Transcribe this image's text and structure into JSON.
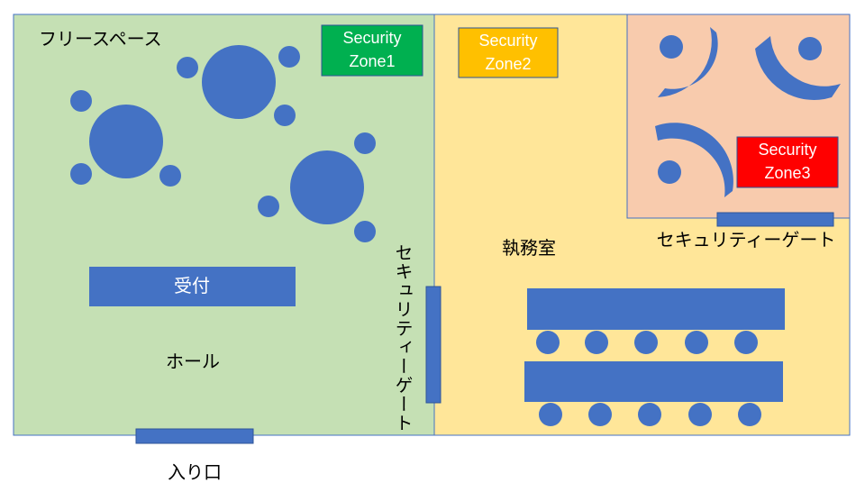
{
  "colors": {
    "zone1_fill": "#c5e0b4",
    "zone2_fill": "#ffe699",
    "zone3_fill": "#f8cbad",
    "room_border": "#4472c4",
    "furniture": "#4472c4",
    "badge_zone1": "#00b050",
    "badge_zone2": "#ffc000",
    "badge_zone3": "#ff0000",
    "badge_text": "#ffffff"
  },
  "labels": {
    "free_space": "フリースペース",
    "reception": "受付",
    "hall": "ホール",
    "entrance": "入り口",
    "office": "執務室",
    "security_gate_vertical": "セキュリティーゲート",
    "security_gate_horizontal": "セキュリティーゲート"
  },
  "zones": [
    {
      "line1": "Security",
      "line2": "Zone1"
    },
    {
      "line1": "Security",
      "line2": "Zone2"
    },
    {
      "line1": "Security",
      "line2": "Zone3"
    }
  ]
}
